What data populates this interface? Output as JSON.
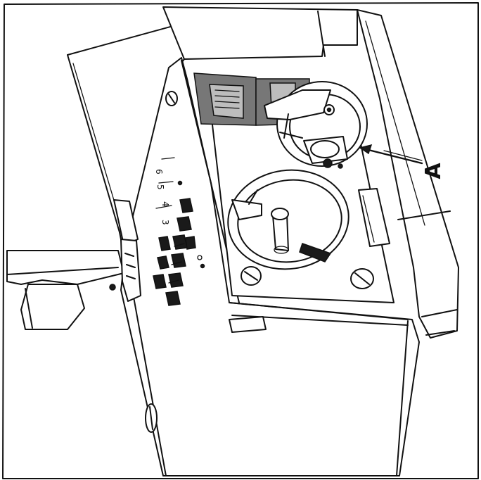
{
  "callout": {
    "label": "A",
    "target": "bobbin-case-latch"
  },
  "stitch_scale": {
    "numbers": [
      "3",
      "4",
      "5",
      "6"
    ]
  },
  "colors": {
    "ink": "#111111",
    "paper": "#ffffff",
    "feed_dog_shade": "#777777"
  },
  "icons": [
    "screw-icon",
    "arrow-icon"
  ]
}
